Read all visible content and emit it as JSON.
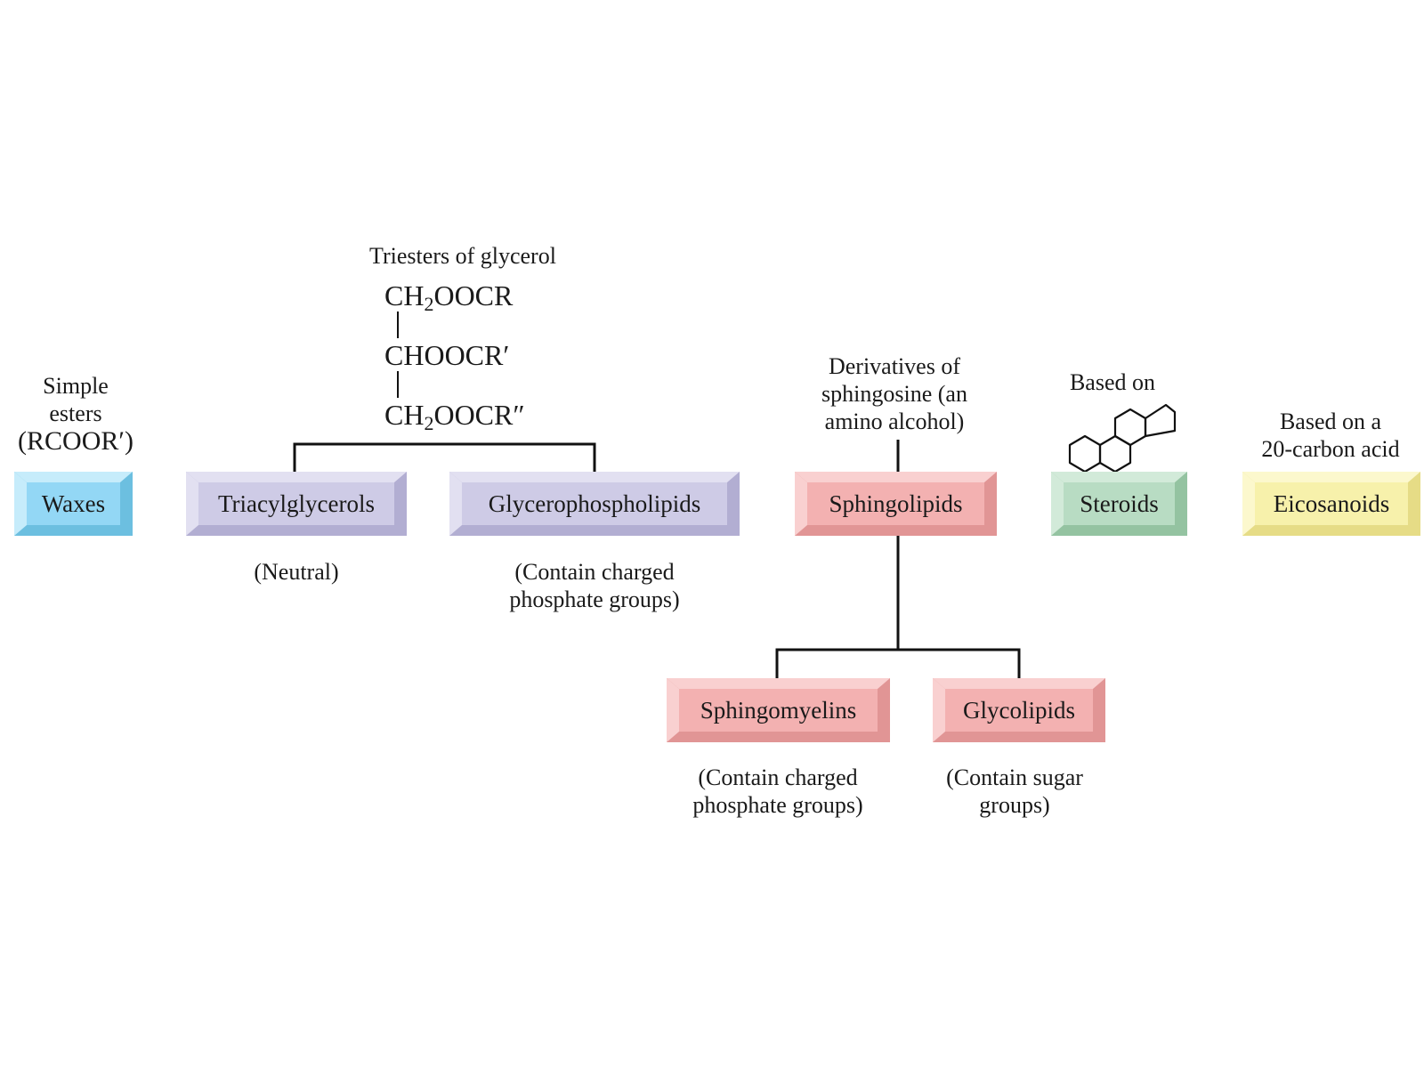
{
  "colors": {
    "waxes": {
      "light": "#c6ecfb",
      "mid": "#93d7f5",
      "dark": "#6cbfe0"
    },
    "glycerol": {
      "light": "#e2e0f1",
      "mid": "#cecbe6",
      "dark": "#b2aed2"
    },
    "sphingo": {
      "light": "#f9d0d0",
      "mid": "#f3b1b1",
      "dark": "#e19595"
    },
    "steroids": {
      "light": "#d2ead9",
      "mid": "#b8dcc3",
      "dark": "#94c3a1"
    },
    "eicosanoids": {
      "light": "#fcf8cd",
      "mid": "#f7f1ab",
      "dark": "#e6dc86"
    },
    "line": "#111111"
  },
  "annotations": {
    "waxes": [
      "Simple",
      "esters",
      "(RCOOR′)"
    ],
    "glycerol_title": "Triesters of glycerol",
    "glycerol_formula": {
      "row1": {
        "a": "CH",
        "sub": "2",
        "b": "OOCR"
      },
      "row2": "CHOOCR′",
      "row3": {
        "a": "CH",
        "sub": "2",
        "b": "OOCR″"
      }
    },
    "sphingo": [
      "Derivatives of",
      "sphingosine (an",
      "amino alcohol)"
    ],
    "steroids": "Based on",
    "steroid_icon": "steroid-ring-icon",
    "eicosanoids": [
      "Based on a",
      "20-carbon acid"
    ]
  },
  "boxes": {
    "waxes": "Waxes",
    "triacylglycerols": "Triacylglycerols",
    "glycerophospholipids": "Glycerophospholipids",
    "sphingolipids": "Sphingolipids",
    "steroids": "Steroids",
    "eicosanoids": "Eicosanoids",
    "sphingomyelins": "Sphingomyelins",
    "glycolipids": "Glycolipids"
  },
  "notes": {
    "triacylglycerols": "(Neutral)",
    "glycerophospholipids": [
      "(Contain charged",
      "phosphate groups)"
    ],
    "sphingomyelins": [
      "(Contain charged",
      "phosphate groups)"
    ],
    "glycolipids": [
      "(Contain sugar",
      "groups)"
    ]
  }
}
